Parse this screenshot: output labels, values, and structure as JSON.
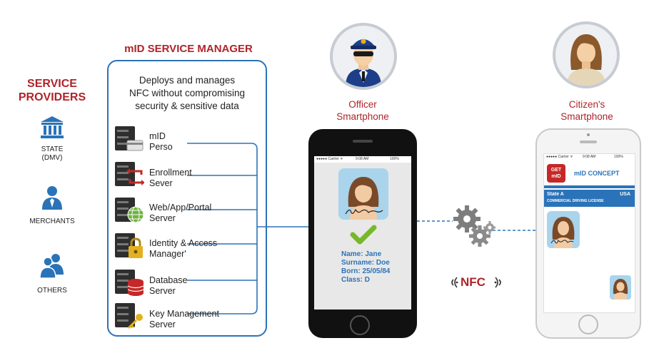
{
  "service_providers": {
    "title_line1": "SERVICE",
    "title_line2": "PROVIDERS",
    "items": [
      {
        "label_line1": "STATE",
        "label_line2": "(DMV)",
        "icon": "government-building-icon"
      },
      {
        "label_line1": "MERCHANTS",
        "label_line2": "",
        "icon": "person-tie-icon"
      },
      {
        "label_line1": "OTHERS",
        "label_line2": "",
        "icon": "group-people-icon"
      }
    ]
  },
  "manager": {
    "title": "mID SERVICE MANAGER",
    "desc_line1": "Deploys and manages",
    "desc_line2": "NFC without compromising",
    "desc_line3": "security & sensitive data",
    "servers": [
      {
        "line1": "mID",
        "line2": "Perso",
        "icon": "card-server-icon"
      },
      {
        "line1": "Enrollment",
        "line2": "Sever",
        "icon": "sync-server-icon"
      },
      {
        "line1": "Web/App/Portal",
        "line2": "Server",
        "icon": "globe-server-icon"
      },
      {
        "line1": "Identity & Access",
        "line2": "Manager'",
        "icon": "lock-server-icon"
      },
      {
        "line1": "Database",
        "line2": "Server",
        "icon": "database-server-icon"
      },
      {
        "line1": "Key Management",
        "line2": "Server",
        "icon": "key-server-icon"
      }
    ]
  },
  "officer": {
    "caption_line1": "Officer",
    "caption_line2": "Smartphone",
    "status_carrier": "●●●●● Carrier ᯤ",
    "status_time": "9:08 AM",
    "status_battery": "100%",
    "name": "Name: Jane",
    "surname": "Surname: Doe",
    "born": "Born: 25/05/84",
    "class": "Class: D"
  },
  "citizen": {
    "caption_line1": "Citizen's",
    "caption_line2": "Smartphone",
    "status_carrier": "●●●●● Carrier ᯤ",
    "status_time": "9:08 AM",
    "status_battery": "100%",
    "app_logo_line1": "GET",
    "app_logo_line2": "mID",
    "app_title": "mID CONCEPT",
    "state": "State A",
    "country": "USA",
    "license_type": "COMMERCIAL DRIVING LICENSE"
  },
  "nfc": {
    "label": "NFC"
  },
  "colors": {
    "red": "#b0232a",
    "blue": "#2b73b8",
    "check": "#77b82a",
    "server_dark": "#2e2e2e"
  }
}
